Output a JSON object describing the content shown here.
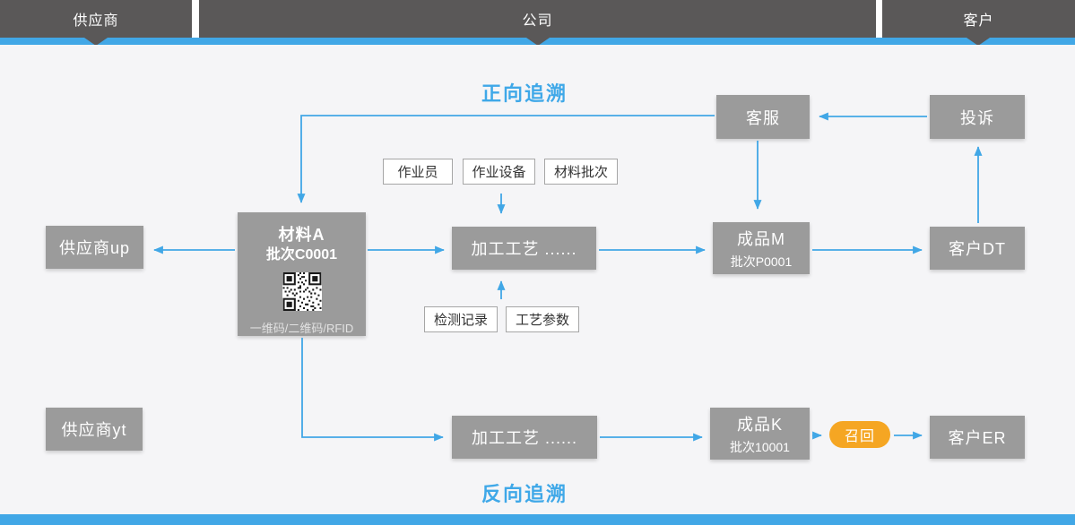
{
  "colors": {
    "accent_blue": "#41a7e6",
    "header_dark": "#5a5858",
    "node_gray": "#9b9b9b",
    "recall_orange": "#f5a623",
    "canvas_background": "#f5f5f7"
  },
  "header": {
    "segments": [
      {
        "id": "supplier",
        "label": "供应商"
      },
      {
        "id": "company",
        "label": "公司"
      },
      {
        "id": "customer",
        "label": "客户"
      }
    ]
  },
  "titles": {
    "forward": "正向追溯",
    "backward": "反向追溯"
  },
  "nodes": {
    "customer_service": {
      "label": "客服"
    },
    "complaint": {
      "label": "投诉"
    },
    "operator_tag": {
      "label": "作业员"
    },
    "equipment_tag": {
      "label": "作业设备"
    },
    "material_batch_tag": {
      "label": "材料批次"
    },
    "material_a": {
      "title": "材料A",
      "batch": "批次C0001",
      "caption": "一维码/二维码/RFID"
    },
    "supplier_up": {
      "label": "供应商up"
    },
    "process_top": {
      "label": "加工工艺 ......"
    },
    "product_m": {
      "title": "成品M",
      "batch": "批次P0001"
    },
    "customer_dt": {
      "label": "客户DT"
    },
    "inspection_tag": {
      "label": "检测记录"
    },
    "process_param_tag": {
      "label": "工艺参数"
    },
    "supplier_yt": {
      "label": "供应商yt"
    },
    "process_bottom": {
      "label": "加工工艺 ......"
    },
    "product_k": {
      "title": "成品K",
      "batch": "批次10001"
    },
    "recall": {
      "label": "召回"
    },
    "customer_er": {
      "label": "客户ER"
    }
  }
}
